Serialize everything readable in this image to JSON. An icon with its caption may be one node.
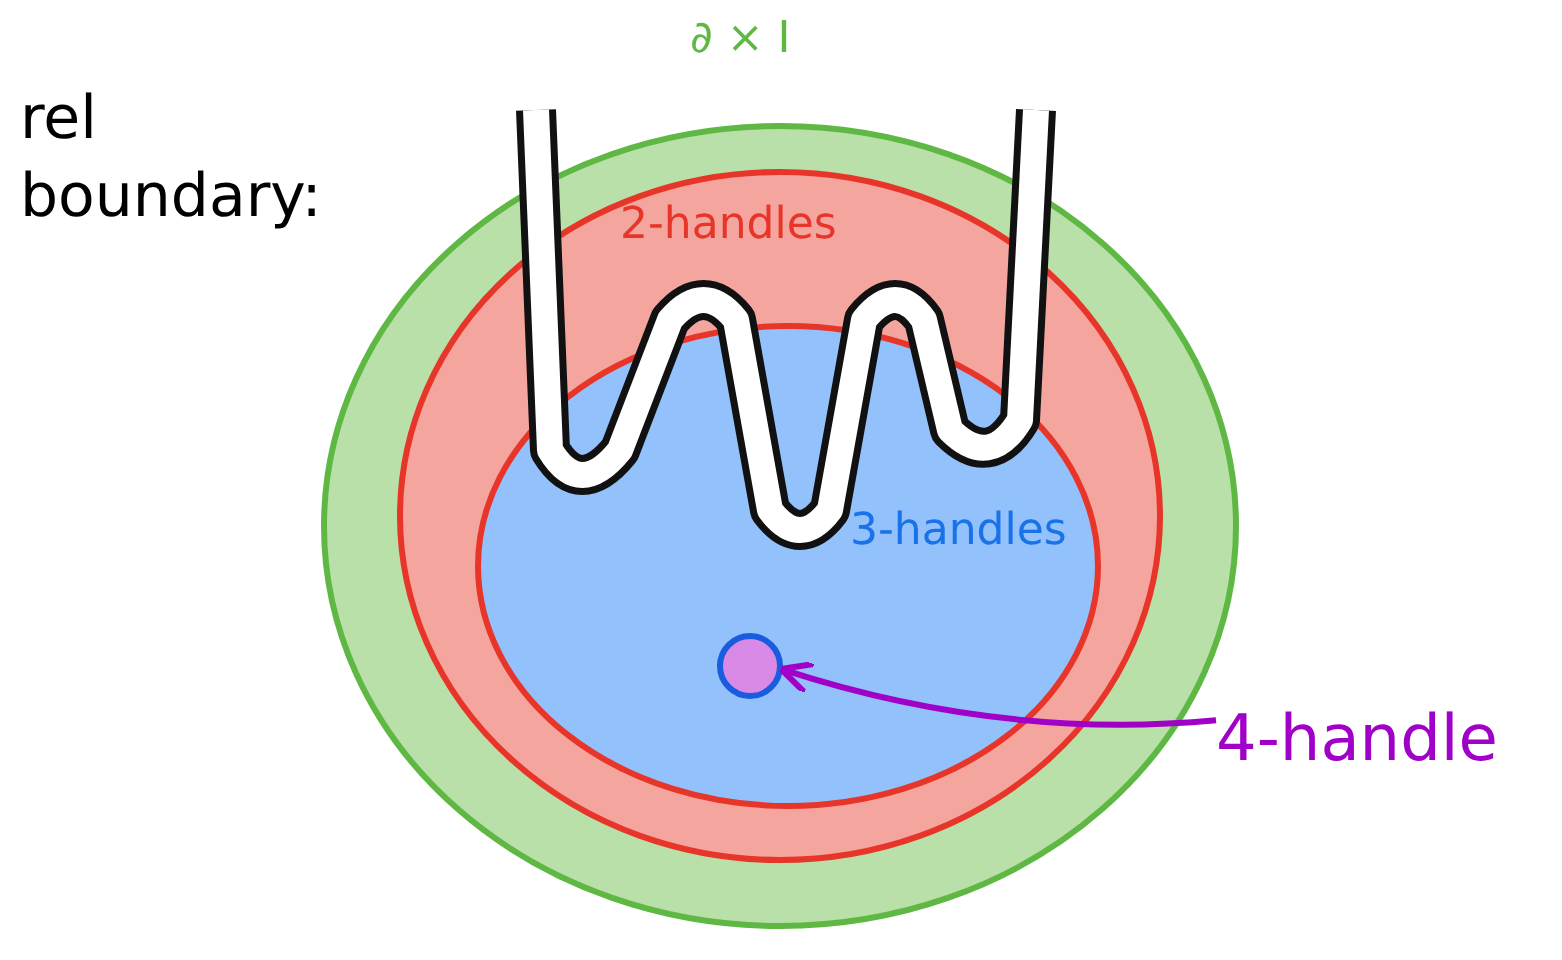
{
  "diagram": {
    "nodes": [
      {
        "text": [
          "∂ × I"
        ]
      },
      {
        "text": [
          "2-handles"
        ],
        "in": 0
      },
      {
        "text": [
          "3-handles"
        ],
        "in": 1
      },
      {
        "text": [],
        "shape": "circle",
        "in": 2
      },
      {
        "text": [
          "4-handle"
        ]
      }
    ],
    "edges": [
      {
        "from": 4,
        "to": 3,
        "arrow": "to",
        "color": "#a000c8"
      }
    ],
    "labels": [
      "rel boundary:"
    ]
  }
}
